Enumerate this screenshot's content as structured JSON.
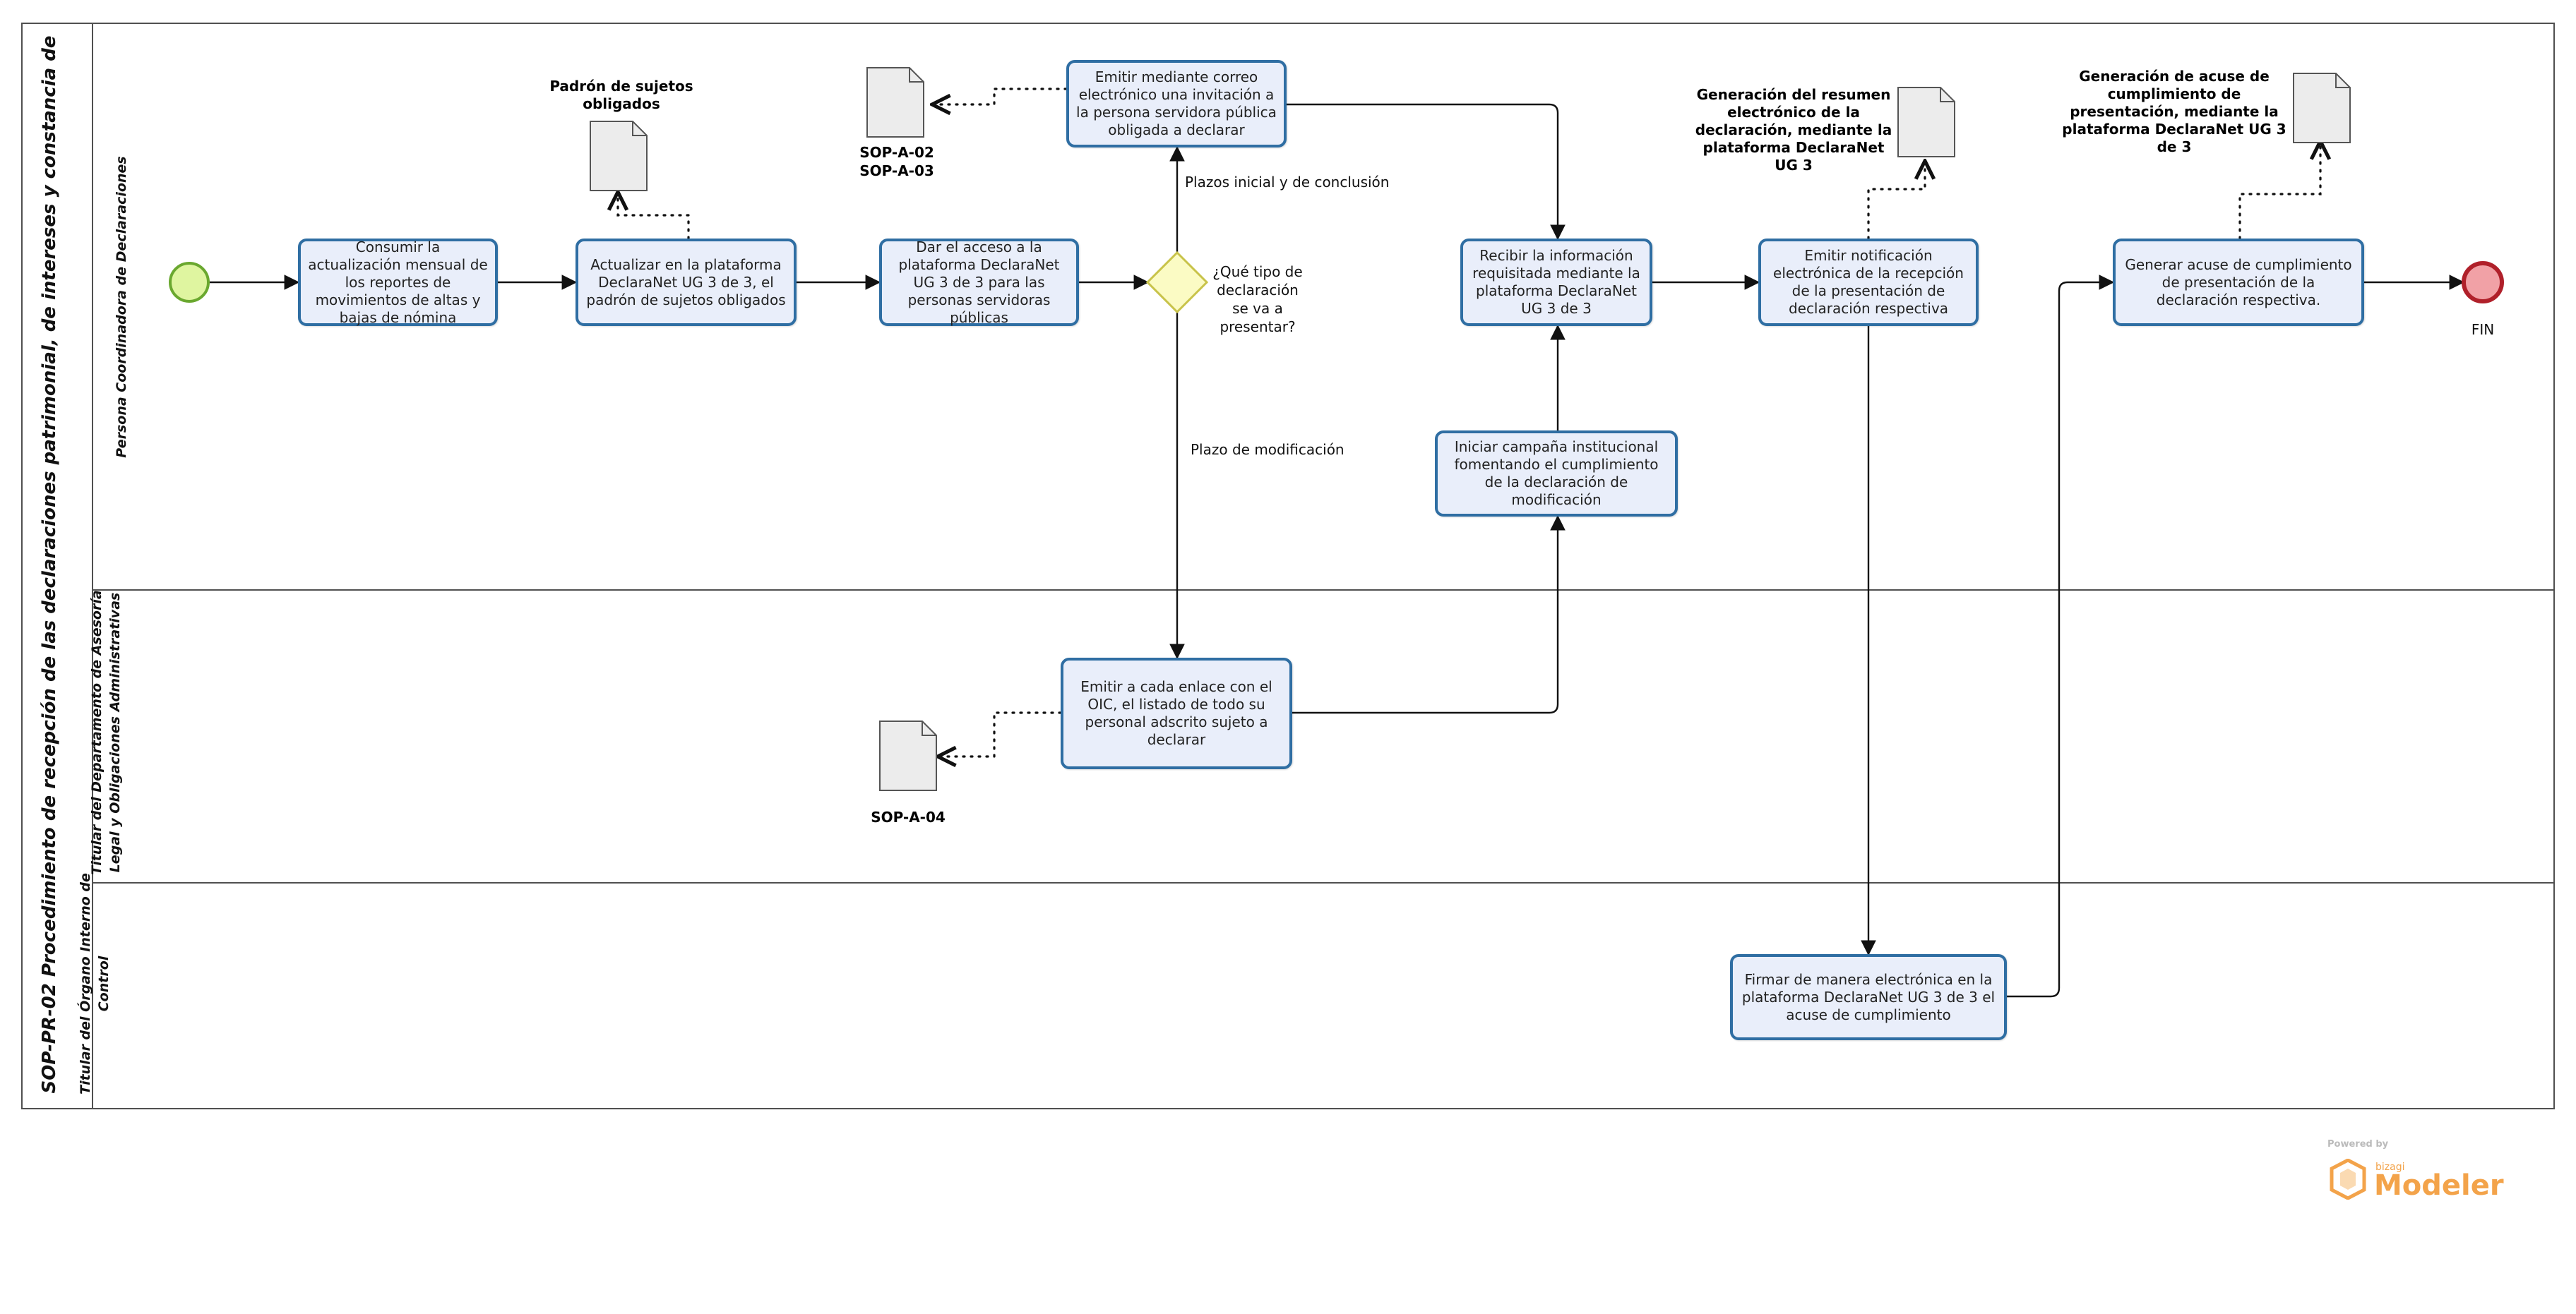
{
  "pool": {
    "title": "SOP-PR-02 Procedimiento de recepción de las declaraciones patrimonial, de intereses y constancia de"
  },
  "lanes": [
    {
      "label": "Persona Coordinadora de Declaraciones"
    },
    {
      "label_line1": "Titular del Departamento de Asesoría",
      "label_line2": "Legal y Obligaciones Administrativas"
    },
    {
      "label_line1": "Titular del Órgano Interno de",
      "label_line2": "Control"
    }
  ],
  "tasks": {
    "consumir": "Consumir la actualización mensual de los reportes de movimientos de altas y bajas de nómina",
    "actualizar": "Actualizar en la plataforma DeclaraNet UG 3 de 3, el padrón de sujetos obligados",
    "dar_acceso": "Dar el acceso a la plataforma DeclaraNet UG 3 de 3 para las personas servidoras públicas",
    "emitir_correo": "Emitir mediante correo electrónico una invitación a la persona servidora pública obligada a declarar",
    "recibir": "Recibir la información requisitada mediante la plataforma DeclaraNet UG 3 de 3",
    "iniciar_campana": "Iniciar campaña institucional fomentando el cumplimiento de la declaración de modificación",
    "emitir_notificacion": "Emitir notificación electrónica de la recepción de la presentación de declaración respectiva",
    "generar_acuse": "Generar acuse de cumplimiento de presentación de la declaración respectiva.",
    "emitir_enlace": "Emitir a cada enlace con el OIC, el listado de todo su personal adscrito sujeto a declarar",
    "firmar": "Firmar de manera electrónica en la plataforma DeclaraNet UG 3 de 3 el acuse de cumplimiento"
  },
  "gateway": {
    "question": "¿Qué tipo de declaración se va a presentar?",
    "flow_top": "Plazos inicial y de conclusión",
    "flow_bottom": "Plazo de modificación"
  },
  "end_event": {
    "label": "FIN"
  },
  "documents": {
    "padron": "Padrón de sujetos obligados",
    "sop_a02": "SOP-A-02",
    "sop_a03": "SOP-A-03",
    "resumen": "Generación del resumen electrónico de la declaración, mediante la plataforma DeclaraNet UG 3",
    "acuse_doc": "Generación de acuse de cumplimiento de presentación, mediante la plataforma DeclaraNet UG 3 de 3",
    "sop_a04": "SOP-A-04"
  },
  "branding": {
    "powered_by": "Powered by",
    "small": "bizagi",
    "product": "Modeler"
  },
  "colors": {
    "task_border": "#2f6ea3",
    "task_fill": "#e9eefa",
    "start_fill": "#dff5a0",
    "start_border": "#6aa82f",
    "end_fill": "#f1a1a6",
    "end_border": "#b0202a",
    "gateway_fill": "#fbfbc4",
    "gateway_border": "#c8c34a",
    "logo": "#f3a34a"
  }
}
